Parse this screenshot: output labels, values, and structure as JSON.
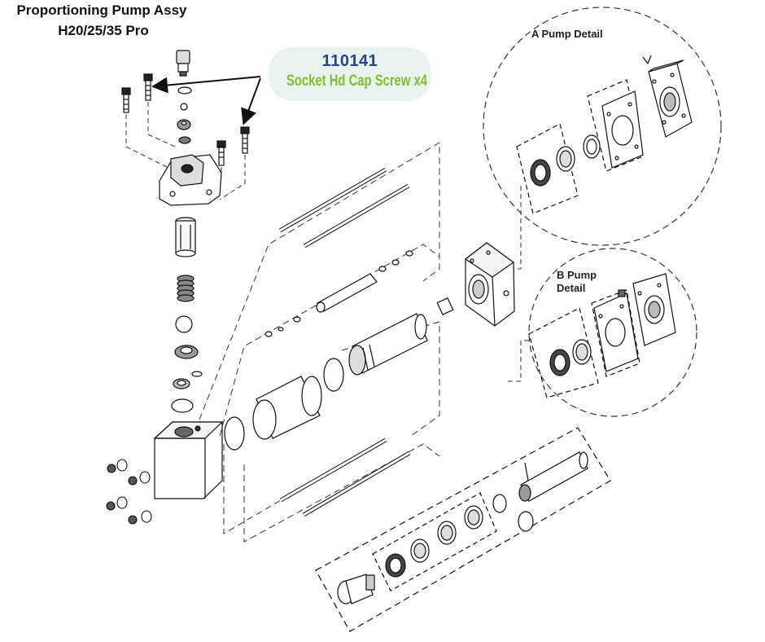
{
  "title": {
    "line1": "Proportioning Pump Assy",
    "line2": "H20/25/35 Pro"
  },
  "callout": {
    "part_number": "110141",
    "description": "Socket Hd Cap Screw x4",
    "bg_color": "#e8f3f0",
    "number_color": "#27438c",
    "desc_color": "#84bd2e"
  },
  "details": {
    "a_pump": "A Pump Detail",
    "b_pump_line1": "B Pump",
    "b_pump_line2": "Detail"
  }
}
